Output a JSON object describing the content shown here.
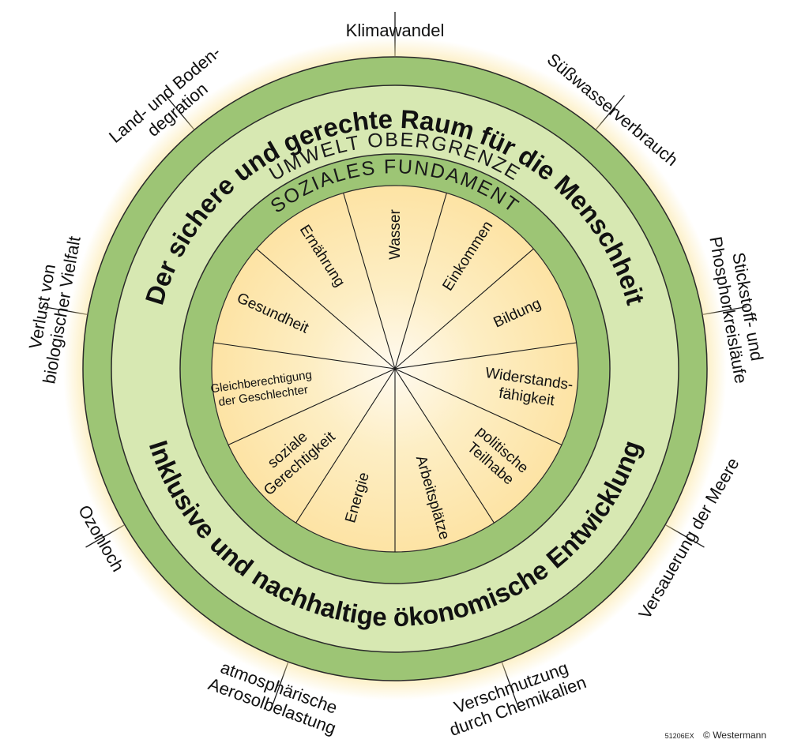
{
  "diagram": {
    "outer_ring_title": "UMWELT OBERGRENZE",
    "inner_ring_title": "SOZIALES FUNDAMENT",
    "band_top_text": "Der sichere und gerechte Raum für die Menschheit",
    "band_bottom_text": "Inklusive und nachhaltige ökonomische Entwicklung",
    "planetary_boundaries": [
      {
        "id": "klima",
        "lines": [
          "Klimawandel"
        ]
      },
      {
        "id": "suesswasser",
        "lines": [
          "Süßwasserverbrauch"
        ]
      },
      {
        "id": "stickstoff",
        "lines": [
          "Stickstoff- und",
          "Phosphorkreisläufe"
        ]
      },
      {
        "id": "meere",
        "lines": [
          "Versauerung der Meere"
        ]
      },
      {
        "id": "chemikalien",
        "lines": [
          "Verschmutzung",
          "durch Chemikalien"
        ]
      },
      {
        "id": "aerosol",
        "lines": [
          "atmosphärische",
          "Aerosolbelastung"
        ]
      },
      {
        "id": "ozon",
        "lines": [
          "Ozonloch"
        ]
      },
      {
        "id": "vielfalt",
        "lines": [
          "Verlust von",
          "biologischer Vielfalt"
        ]
      },
      {
        "id": "boden",
        "lines": [
          "Land- und Boden-",
          "degration"
        ]
      }
    ],
    "social_foundation": [
      {
        "id": "wasser",
        "lines": [
          "Wasser"
        ]
      },
      {
        "id": "einkommen",
        "lines": [
          "Einkommen"
        ]
      },
      {
        "id": "bildung",
        "lines": [
          "Bildung"
        ]
      },
      {
        "id": "widerstand",
        "lines": [
          "Widerstands-",
          "fähigkeit"
        ]
      },
      {
        "id": "teilhabe",
        "lines": [
          "politische",
          "Teilhabe"
        ]
      },
      {
        "id": "arbeit",
        "lines": [
          "Arbeitsplätze"
        ]
      },
      {
        "id": "energie",
        "lines": [
          "Energie"
        ]
      },
      {
        "id": "gerechtigkeit",
        "lines": [
          "soziale",
          "Gerechtigkeit"
        ]
      },
      {
        "id": "gleich",
        "lines": [
          "Gleichberechtigung",
          "der Geschlechter"
        ]
      },
      {
        "id": "gesundheit",
        "lines": [
          "Gesundheit"
        ]
      },
      {
        "id": "ernaehrung",
        "lines": [
          "Ernährung"
        ]
      }
    ],
    "colors": {
      "outer_ring": "#9dc575",
      "middle_band": "#d7e8b2",
      "inner_ring": "#9dc575",
      "core": "#fde9b4",
      "glow": "#fbe6a2",
      "lines": "#1a1a1a"
    }
  },
  "credit": {
    "code": "51206EX",
    "text": "© Westermann"
  }
}
